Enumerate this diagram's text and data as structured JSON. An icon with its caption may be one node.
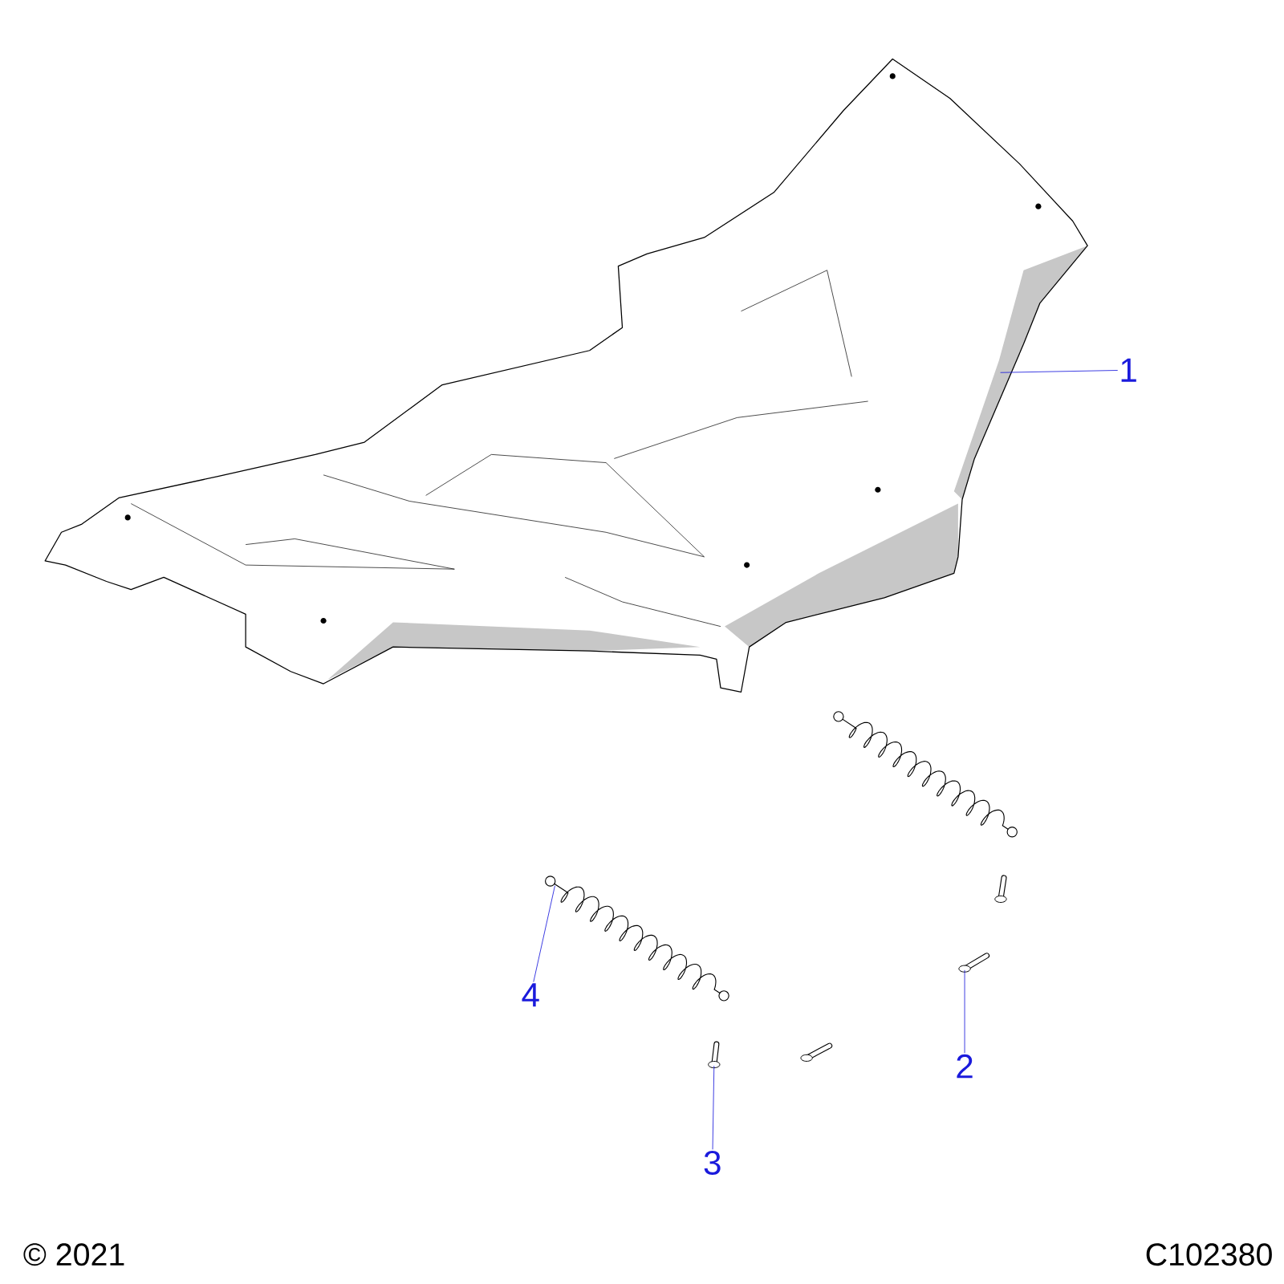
{
  "diagram": {
    "nodes": [
      {
        "text": [
          "1"
        ]
      },
      {
        "text": [],
        "shape": "picture"
      },
      {
        "text": [
          "2"
        ]
      },
      {
        "text": [],
        "shape": "picture"
      },
      {
        "text": [
          "3"
        ]
      },
      {
        "text": [],
        "shape": "picture"
      },
      {
        "text": [
          "4"
        ]
      },
      {
        "text": [],
        "shape": "picture"
      }
    ],
    "edges": [
      {
        "from": 0,
        "to": 1,
        "arrow": "none"
      },
      {
        "from": 2,
        "to": 3,
        "arrow": "none"
      },
      {
        "from": 4,
        "to": 5,
        "arrow": "none"
      },
      {
        "from": 6,
        "to": 7,
        "arrow": "none"
      }
    ],
    "labels": [
      "© 2021",
      "C102380"
    ]
  }
}
